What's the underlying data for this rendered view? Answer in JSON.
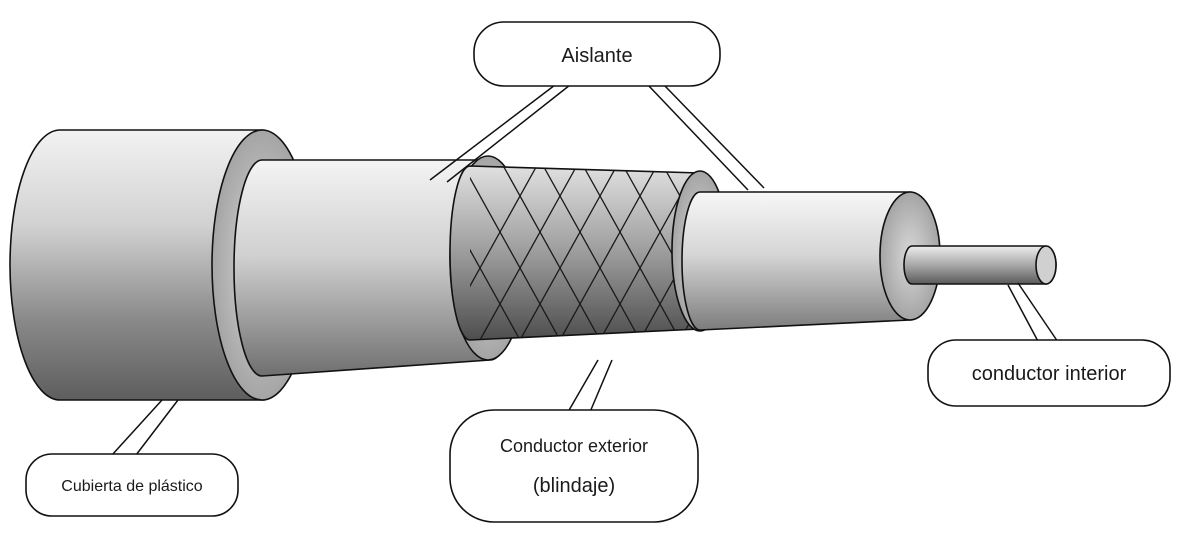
{
  "labels": {
    "insulator": "Aislante",
    "inner_conductor": "conductor interior",
    "outer_conductor_line1": "Conductor exterior",
    "outer_conductor_line2": "(blindaje)",
    "jacket": "Cubierta de plástico"
  },
  "colors": {
    "ink": "#111111",
    "paper": "#ffffff",
    "shade_light": "#eeeeee",
    "shade_mid": "#bdbdbd",
    "shade_dark": "#6a6a6a"
  }
}
